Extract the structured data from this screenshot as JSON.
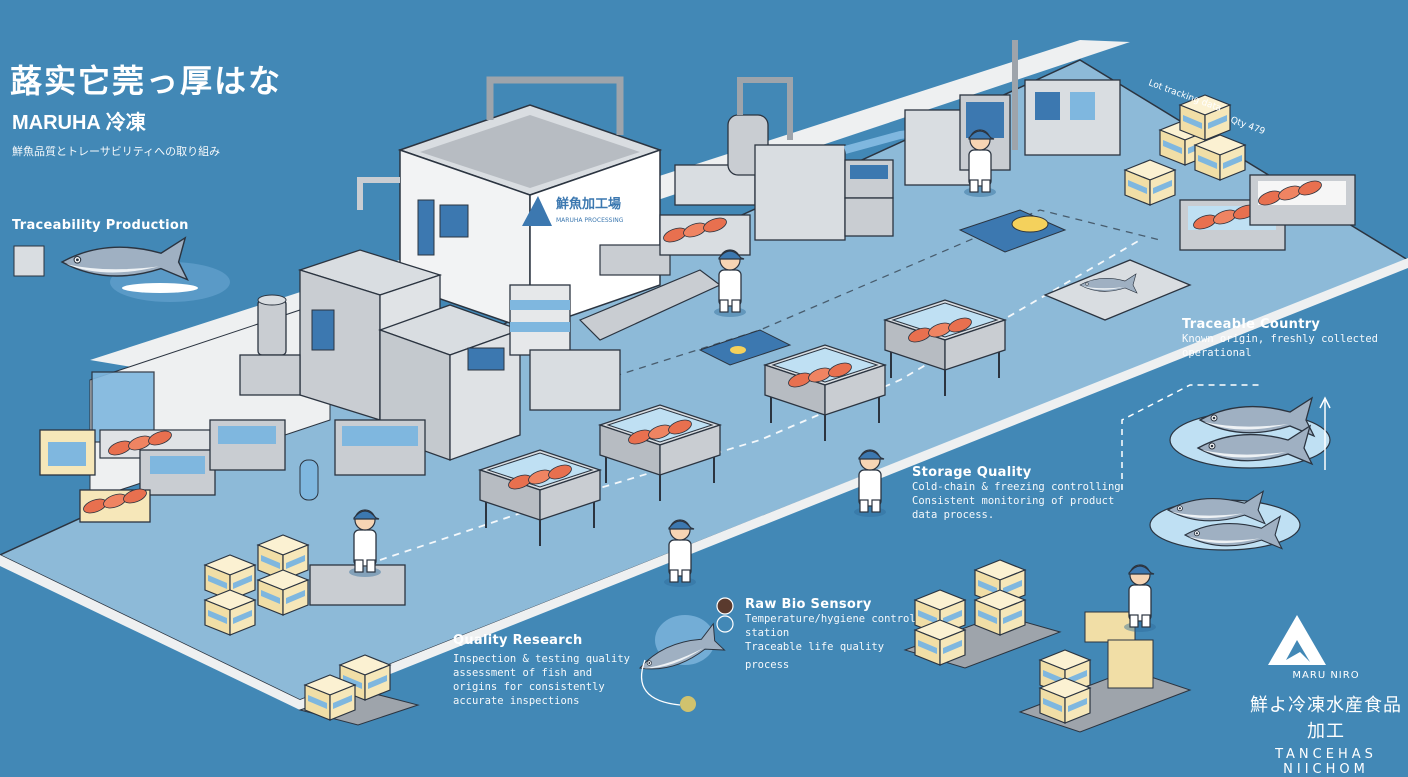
{
  "header": {
    "title": "蕗实它莞っ厚はな",
    "brand": "MARUHA 冷凍",
    "tagline": "鮮魚品質とトレーサビリティへの取り組み"
  },
  "labels": [
    {
      "id": "traceability-production",
      "title": "Traceability Production",
      "body": []
    },
    {
      "id": "traceable-country",
      "title": "Traceable Country",
      "body": [
        "Known origin, freshly collected",
        "operational"
      ]
    },
    {
      "id": "storage-quality",
      "title": "Storage Quality",
      "body": [
        "Cold-chain & freezing controlling",
        "Consistent monitoring of product",
        "data process."
      ]
    },
    {
      "id": "raw-bio-sensor",
      "title": "Raw Bio Sensory",
      "body": [
        "Temperature/hygiene control",
        "station",
        "Traceable life quality",
        "process"
      ]
    },
    {
      "id": "quality-research",
      "title": "Quality Research",
      "body": [
        "Inspection & testing quality",
        "assessment of fish and",
        "origins for consistently",
        "accurate inspections"
      ]
    }
  ],
  "building_sign": {
    "text": "鮮魚加工場",
    "subtext": "MARUHA PROCESSING"
  },
  "small_annotations": [
    "Lot tracking data",
    "Qty 479"
  ],
  "logo": {
    "name": "MARU NIRO",
    "jp": "鮮よ冷凍水産食品加工",
    "en": "TANCEHAS NIICHOM"
  },
  "colors": {
    "background": "#4288b6",
    "floor": "#8dbad8",
    "wall": "#eef0f1",
    "steel": "#c9cdd2",
    "steel_dark": "#9ea4ab",
    "fish_orange": "#e8704f",
    "ice": "#bfe0f3",
    "box": "#f6e7b9",
    "worker_cap": "#3c78b0",
    "outline": "#2b3440"
  }
}
